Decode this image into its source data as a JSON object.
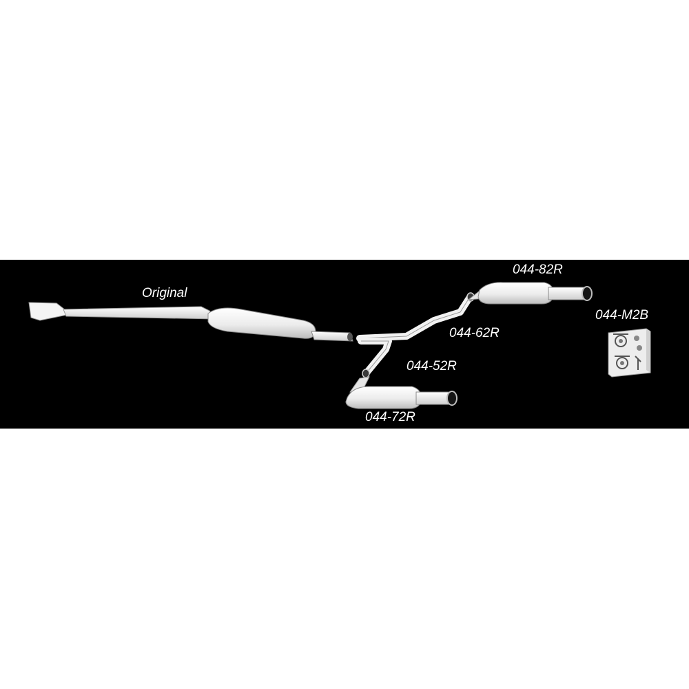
{
  "labels": {
    "original": "Original",
    "part_82r": "044-82R",
    "part_62r": "044-62R",
    "part_52r": "044-52R",
    "part_72r": "044-72R",
    "part_m2b": "044-M2B"
  },
  "colors": {
    "background": "#000000",
    "page": "#ffffff",
    "part_fill": "#f2f2f2",
    "part_shade": "#c8c8c8",
    "part_outline": "#8a8a8a"
  }
}
